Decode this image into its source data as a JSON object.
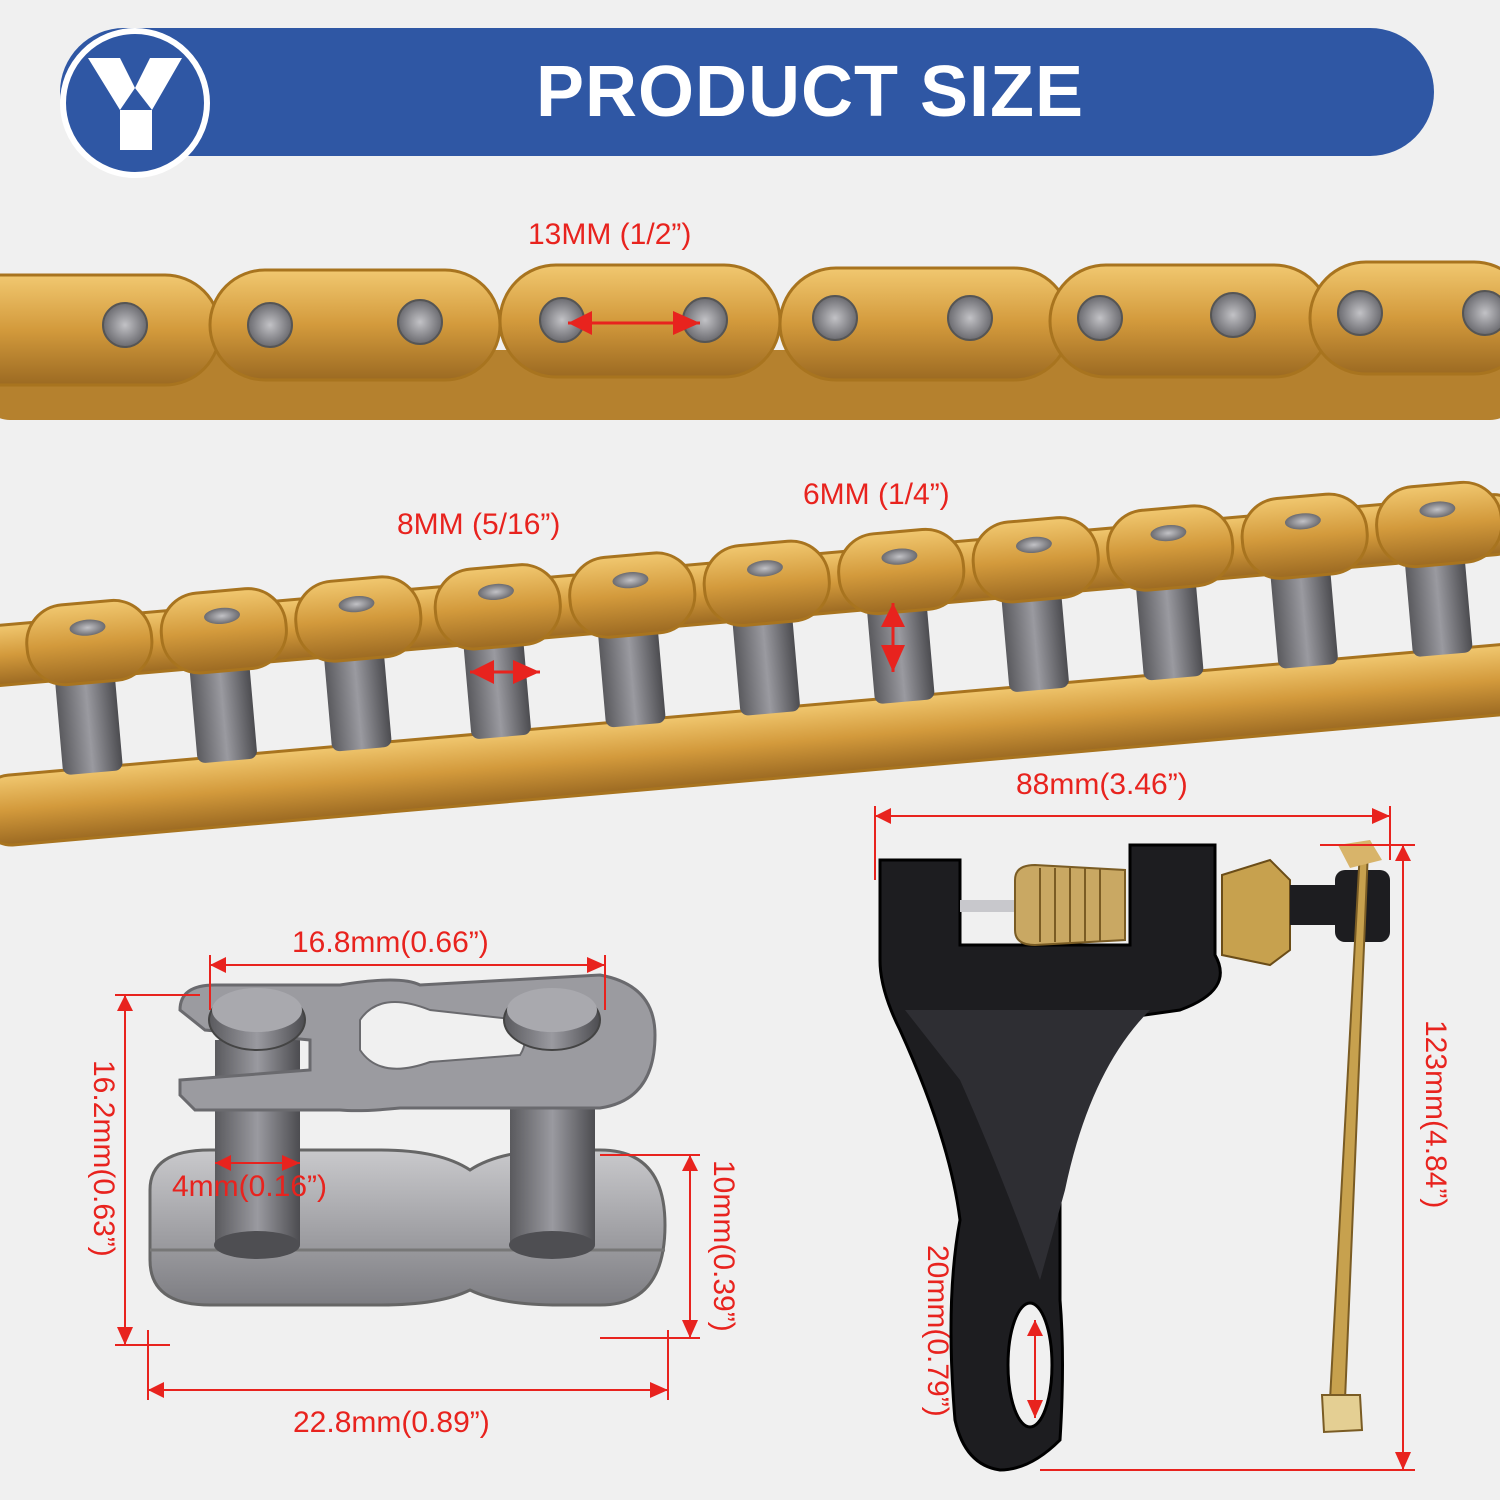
{
  "header": {
    "title": "PRODUCT SIZE",
    "logo_icon": "y-logo-icon"
  },
  "colors": {
    "banner": "#2f57a4",
    "dimension": "#e8231e",
    "chain": "#d9a64a",
    "roller": "#6b6b6b"
  },
  "chain_top": {
    "pitch_label": "13MM (1/2”)"
  },
  "chain_bottom": {
    "roller_width_label": "8MM (5/16”)",
    "roller_diameter_label": "6MM (1/4”)"
  },
  "master_link": {
    "width_label": "16.8mm(0.66”)",
    "height_label": "16.2mm(0.63”)",
    "pin_label": "4mm(0.16”)",
    "plate_label": "10mm(0.39”)",
    "length_label": "22.8mm(0.89”)"
  },
  "chain_tool": {
    "width_label": "88mm(3.46”)",
    "height_label": "123mm(4.84”)",
    "slot_label": "20mm(0.79”)"
  }
}
